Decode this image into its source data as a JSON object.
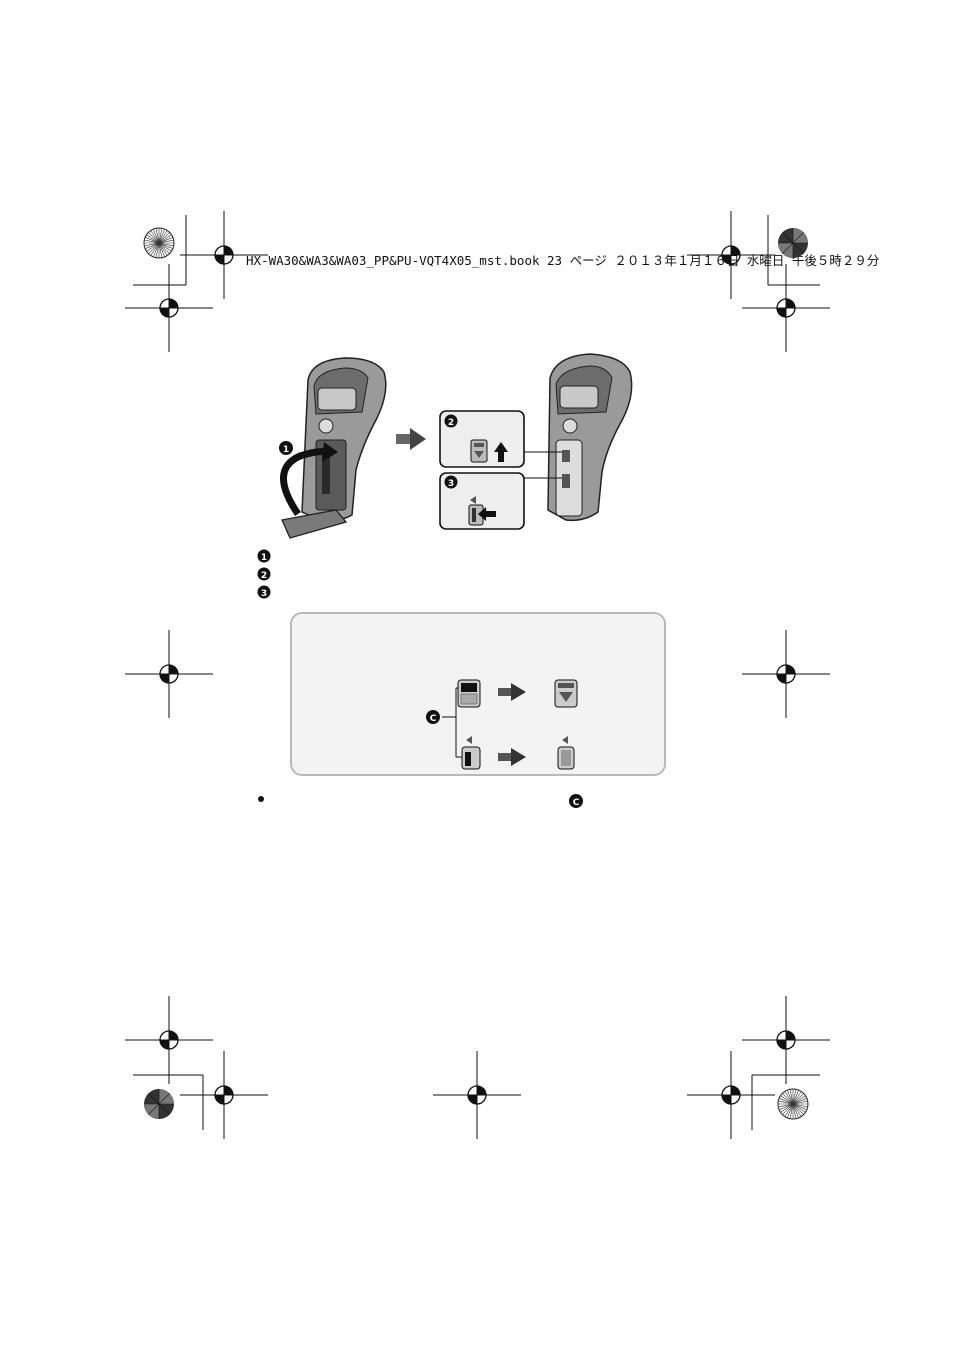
{
  "header": {
    "print_line": "HX-WA30&WA3&WA03_PP&PU-VQT4X05_mst.book  23 ページ  ２０１３年１月１６日  水曜日  午後５時２９分"
  },
  "figure": {
    "step_markers": [
      "❶",
      "❷",
      "❸"
    ],
    "callout_marker": "C",
    "arrow_symbol": "◀"
  },
  "legend": {
    "items": [
      {
        "marker": "❶",
        "text": ""
      },
      {
        "marker": "❷",
        "text": ""
      },
      {
        "marker": "❸",
        "text": ""
      }
    ]
  },
  "note": {
    "callout_marker": "C"
  },
  "bullet": {
    "callout_marker": "C"
  },
  "colors": {
    "registration": "#111111",
    "panel_bg": "#f3f3f3",
    "panel_border": "#b9b9b9",
    "device_body": "#8a8a8a"
  }
}
